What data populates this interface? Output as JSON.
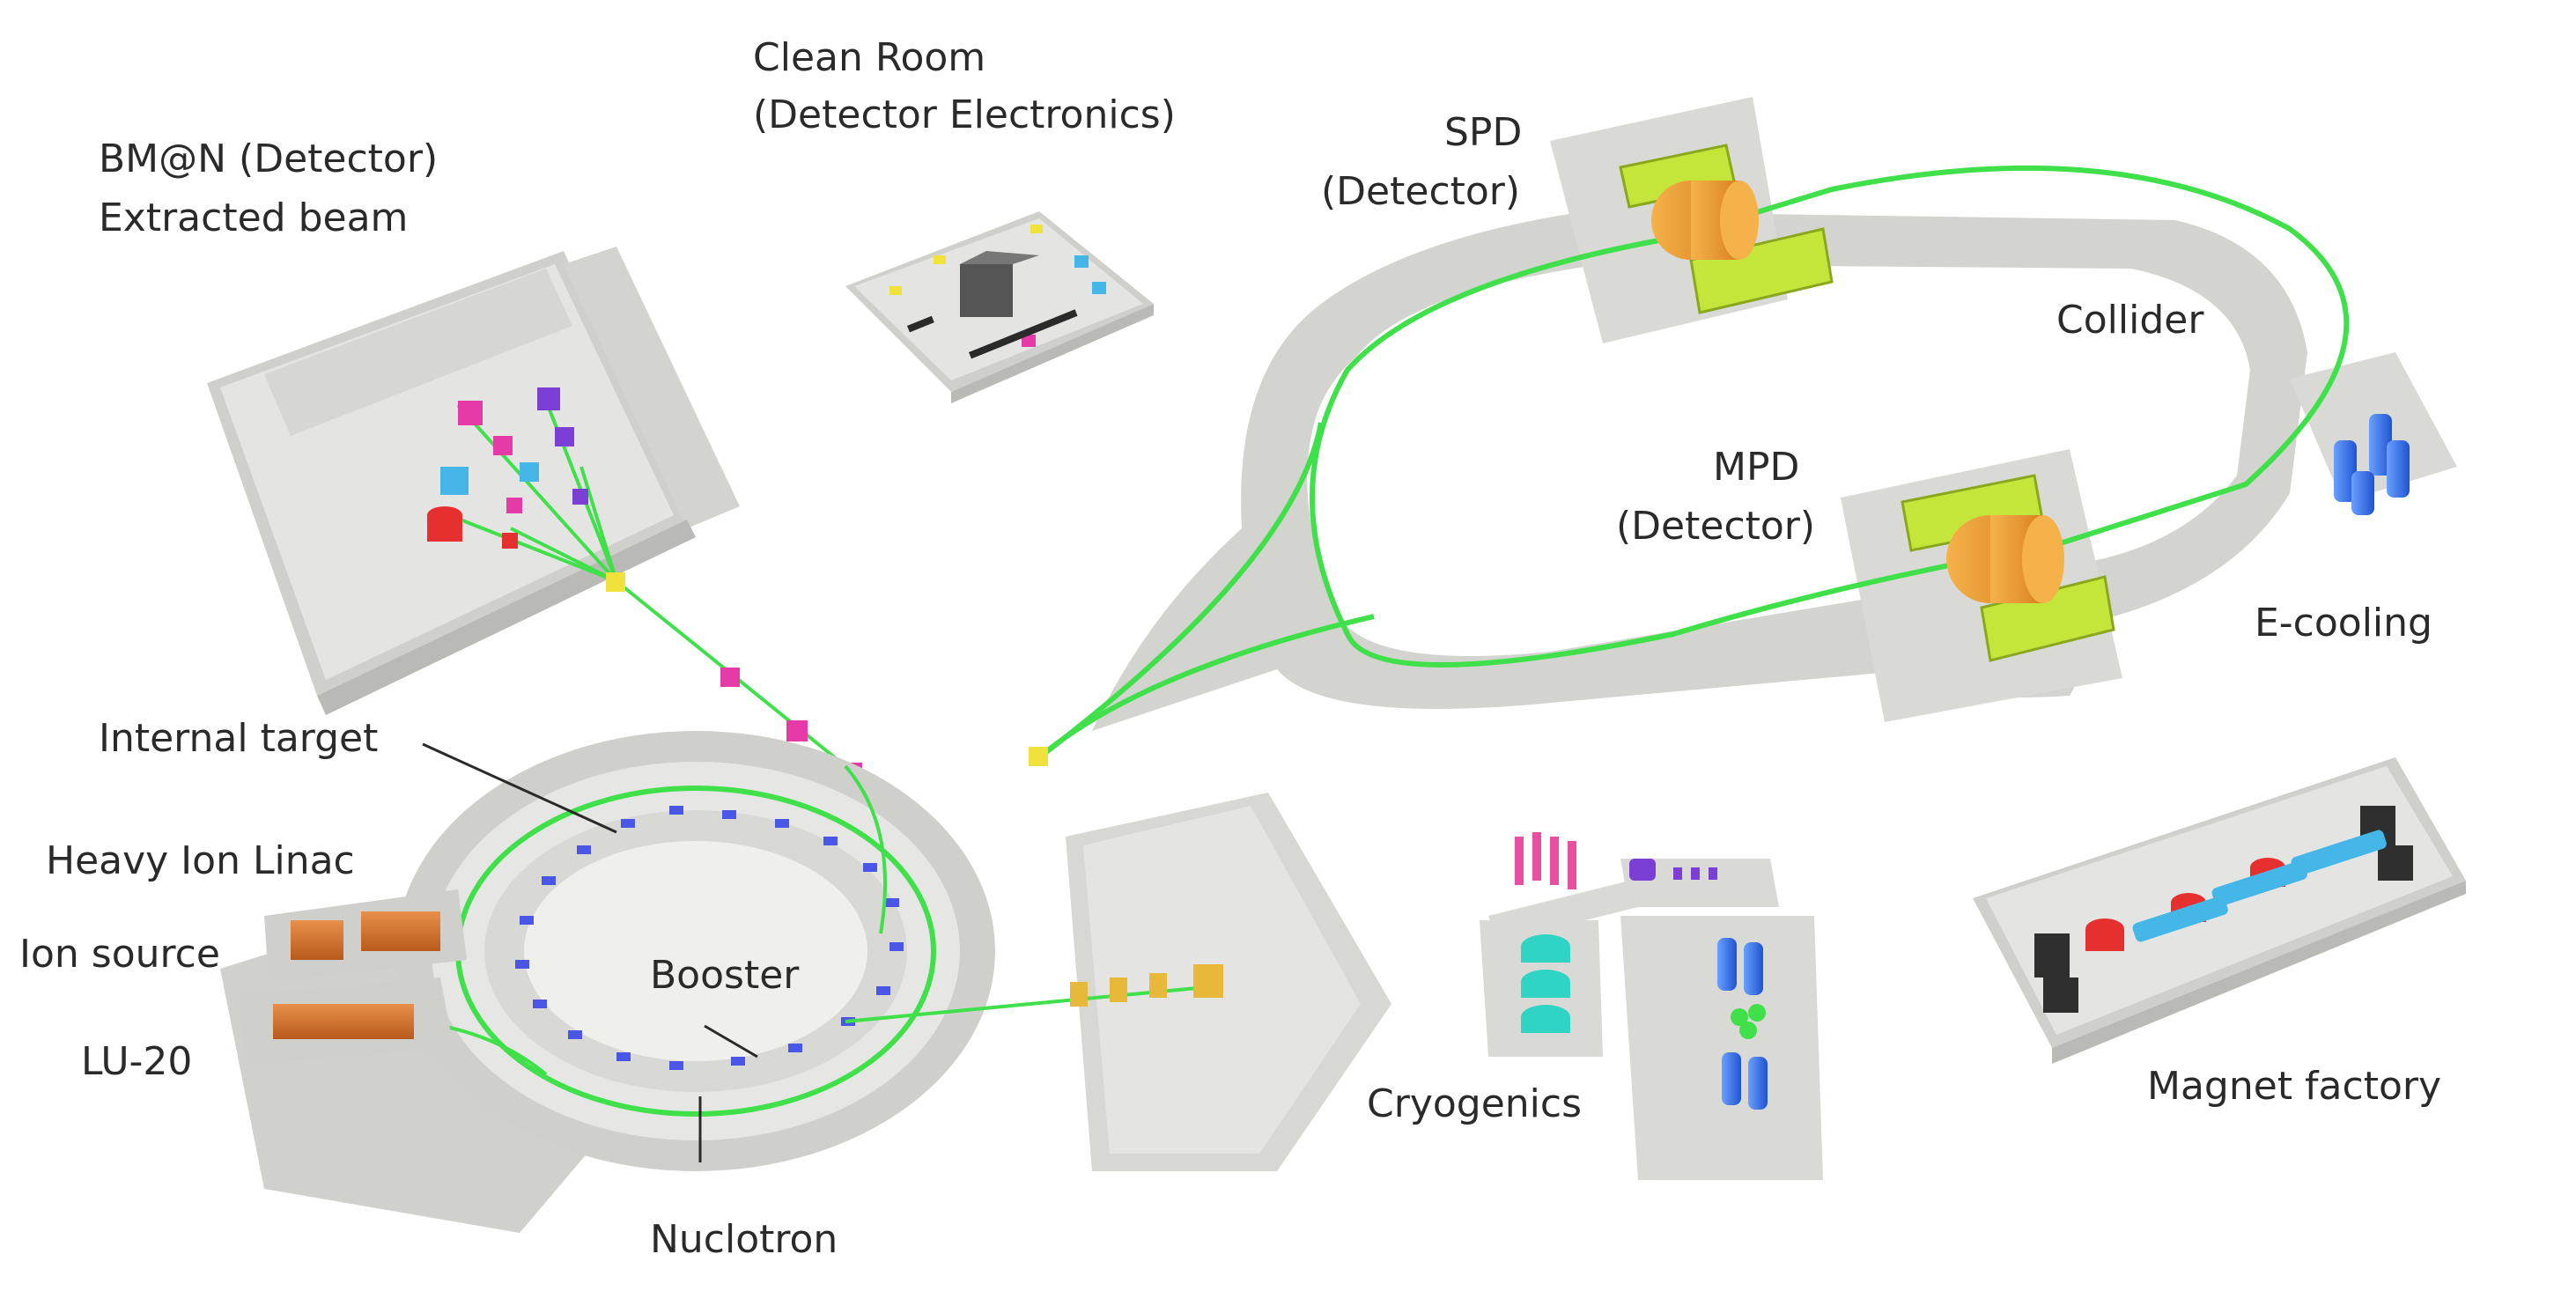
{
  "labels": {
    "bmn_line1": "BM@N (Detector)",
    "bmn_line2": "Extracted beam",
    "clean_line1": "Clean Room",
    "clean_line2": "(Detector Electronics)",
    "spd_line1": "SPD",
    "spd_line2": "(Detector)",
    "collider": "Collider",
    "mpd_line1": "MPD",
    "mpd_line2": "(Detector)",
    "ecooling": "E-cooling",
    "internal_target": "Internal target",
    "heavy_ion_linac": "Heavy Ion Linac",
    "ion_source": "Ion source",
    "lu20": "LU-20",
    "booster": "Booster",
    "nuclotron": "Nuclotron",
    "cryogenics": "Cryogenics",
    "magnet_factory": "Magnet factory"
  },
  "colors": {
    "floor": "#e3e4e1",
    "wall": "#cfd0cc",
    "wall_edge": "#b9bab6",
    "beam": "#3fe04a",
    "detector_frame": "#c4e63a",
    "detector_core": "#f0a02a",
    "magnet_blue": "#4a56e6",
    "linac_orange": "#d8732a",
    "ecooling_blue": "#2f6fe6",
    "magenta": "#e63aa8",
    "purple": "#7b3fd6",
    "cyan": "#44b7e8",
    "red": "#e6302f",
    "yellow": "#f0e23a",
    "gold": "#e8b83a",
    "teal": "#2fd4c4",
    "pink": "#e84fa0",
    "dark": "#3a3a3a"
  },
  "icons": {
    "detector": "detector-icon",
    "magnet": "magnet-icon",
    "cylinder": "cylinder-icon"
  }
}
